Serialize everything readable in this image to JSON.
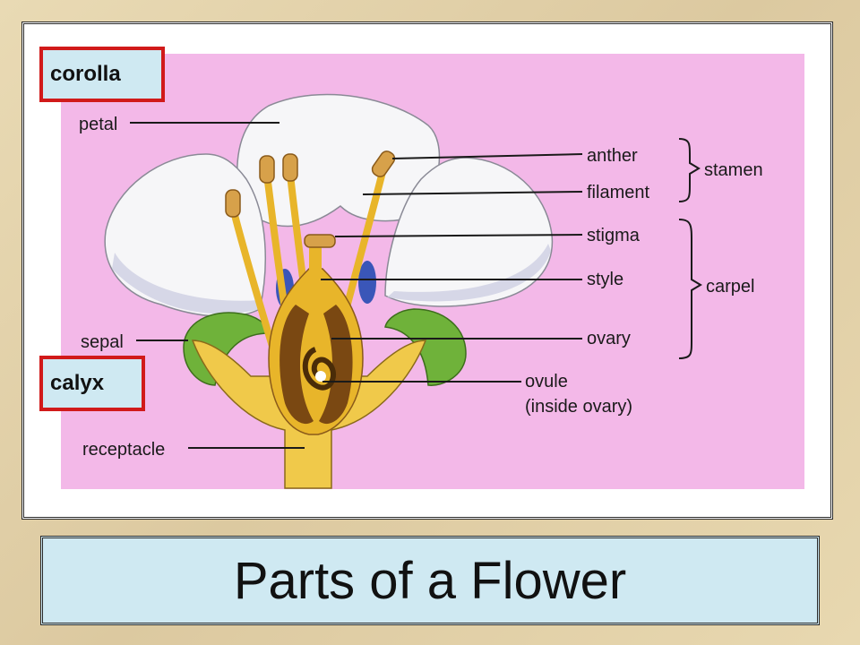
{
  "title": "Parts of a Flower",
  "highlight_labels": {
    "corolla": "corolla",
    "calyx": "calyx"
  },
  "diagram_labels": {
    "petal": "petal",
    "anther": "anther",
    "filament": "filament",
    "stamen": "stamen",
    "stigma": "stigma",
    "style": "style",
    "carpel": "carpel",
    "ovary": "ovary",
    "sepal": "sepal",
    "ovule": "ovule",
    "ovule_note": "(inside ovary)",
    "receptacle": "receptacle"
  },
  "colors": {
    "panel_pink": "#f3b8e8",
    "petal_white": "#f6f6f8",
    "sepal_green": "#6fb23a",
    "stalk_yellow": "#e8b52a",
    "ovary_brown": "#8a5a1a",
    "accent_red": "#d11a1a",
    "title_bg": "#cfe9f2"
  }
}
